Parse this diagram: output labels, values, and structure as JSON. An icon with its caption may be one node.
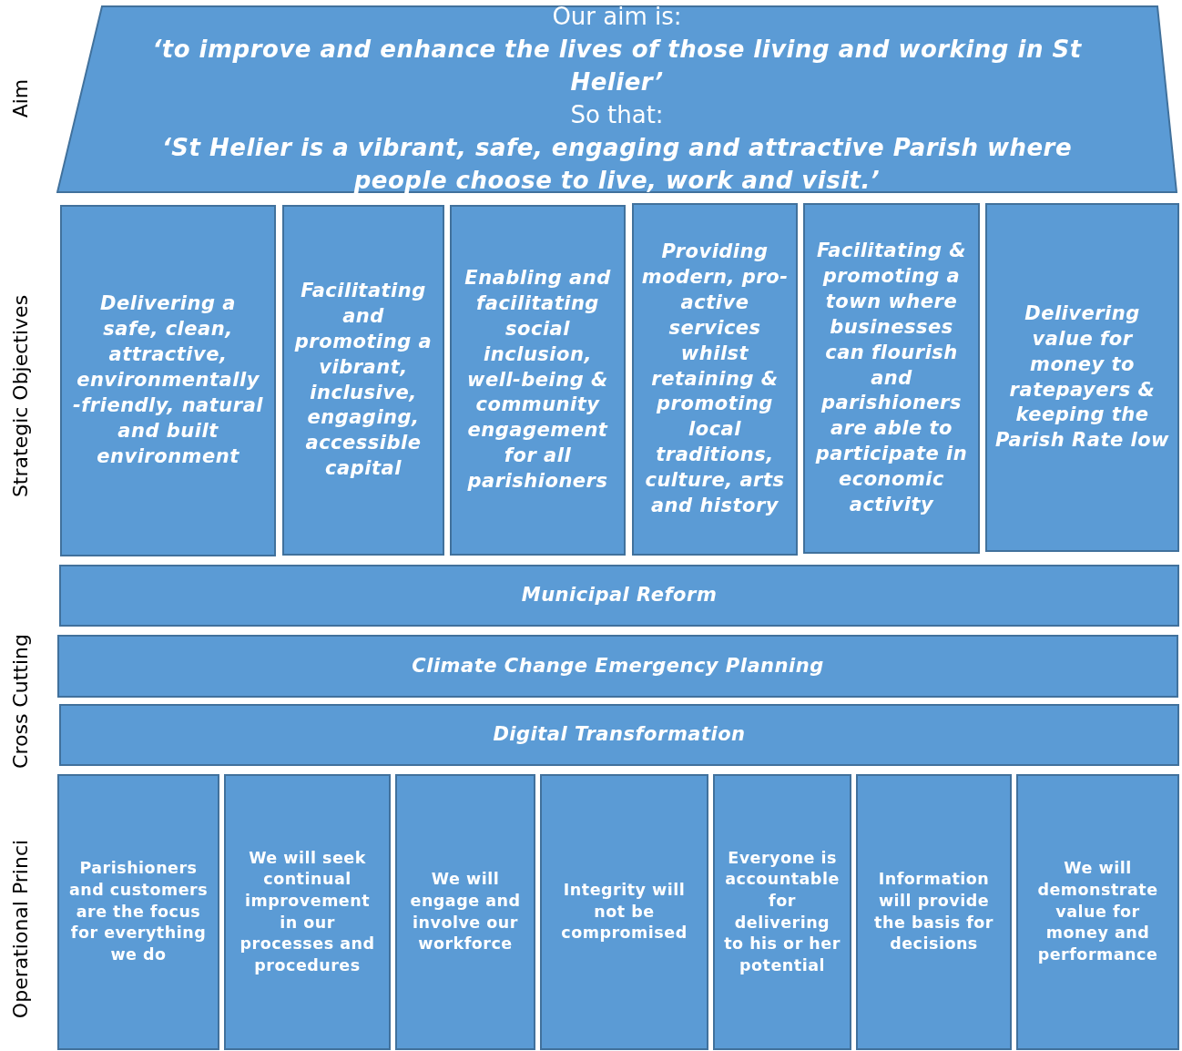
{
  "diagram": {
    "nodes": [
      {
        "text": [
          "Our aim is:",
          "‘to improve and enhance the lives of those living and working in St Helier’",
          "So that:",
          "‘St Helier is a vibrant, safe, engaging and attractive Parish where people choose to live, work and visit.’"
        ]
      },
      {
        "text": [
          "Delivering a safe, clean, attractive, environmentally -friendly, natural and built environment"
        ]
      },
      {
        "text": [
          "Facilitating and promoting a vibrant, inclusive, engaging, accessible capital"
        ]
      },
      {
        "text": [
          "Enabling and facilitating social inclusion, well-being & community engagement for all parishioners"
        ]
      },
      {
        "text": [
          "Providing modern, pro-active services whilst retaining & promoting local traditions, culture, arts and history"
        ]
      },
      {
        "text": [
          "Facilitating & promoting a town where businesses can flourish and parishioners are able to participate in economic activity"
        ]
      },
      {
        "text": [
          "Delivering value for money to ratepayers & keeping the Parish Rate low"
        ]
      },
      {
        "text": [
          "Municipal Reform"
        ]
      },
      {
        "text": [
          "Climate Change Emergency Planning"
        ]
      },
      {
        "text": [
          "Digital Transformation"
        ]
      },
      {
        "text": [
          "Parishioners and customers are the focus for everything we do"
        ]
      },
      {
        "text": [
          "We will seek continual improvement in our processes and procedures"
        ]
      },
      {
        "text": [
          "We will engage and involve our workforce"
        ]
      },
      {
        "text": [
          "Integrity will not be compromised"
        ]
      },
      {
        "text": [
          "Everyone is accountable for delivering to his or her potential"
        ]
      },
      {
        "text": [
          "Information will provide the basis for decisions"
        ]
      },
      {
        "text": [
          "We will demonstrate value for money and performance"
        ]
      }
    ],
    "labels": [
      "Aim",
      "Strategic Objectives",
      "Cross Cutting",
      "Operational Princi"
    ]
  }
}
